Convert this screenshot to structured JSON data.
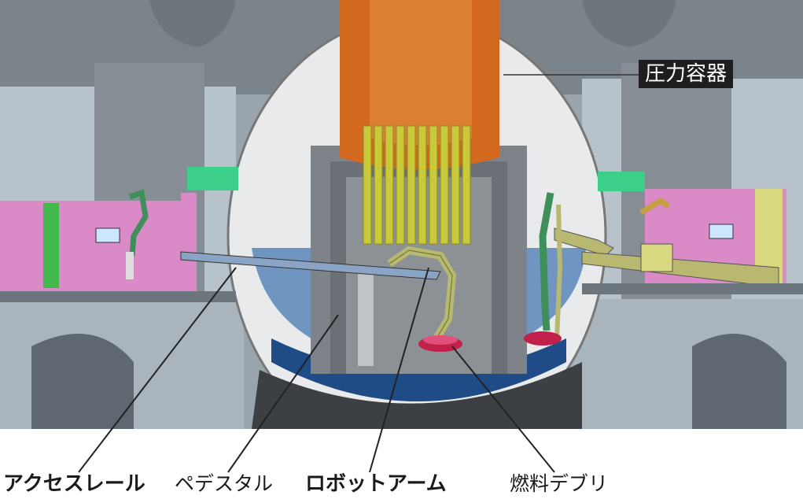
{
  "labels": {
    "pressure_vessel": "圧力容器",
    "access_rail": "アクセスレール",
    "pedestal": "ペデスタル",
    "robot_arm": "ロボットアーム",
    "fuel_debris": "燃料デブリ"
  },
  "colors": {
    "vessel_orange": "#d2691e",
    "rods_yellow": "#c9c93a",
    "water_blue": "#3d6fa6",
    "debris_magenta": "#c0204a",
    "enclosure_pink": "#d98ac7",
    "structure_gray": "#8a9097",
    "arm_green": "#3f8f5a",
    "tan_arm": "#b8b870"
  }
}
